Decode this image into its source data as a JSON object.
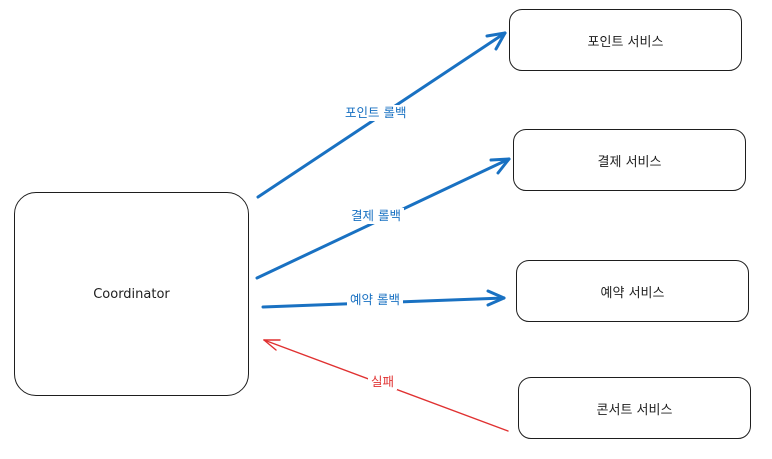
{
  "nodes": {
    "coordinator": "Coordinator",
    "point_service": "포인트 서비스",
    "payment_service": "결제 서비스",
    "reservation_service": "예약 서비스",
    "concert_service": "콘서트 서비스"
  },
  "edges": {
    "point_rollback": "포인트 롤백",
    "payment_rollback": "결제 롤백",
    "reservation_rollback": "예약 롤백",
    "failure": "실패"
  },
  "colors": {
    "rollback_arrow": "#1971c2",
    "failure_arrow": "#e03131",
    "box_stroke": "#1e1e1e"
  }
}
